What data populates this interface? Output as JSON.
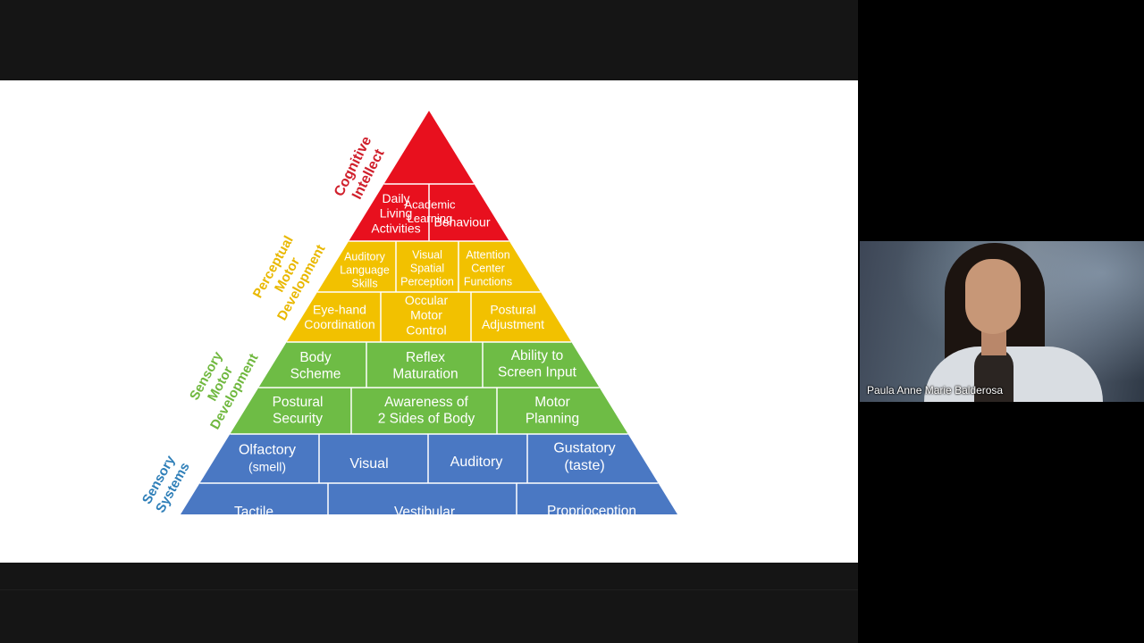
{
  "participant": {
    "name": "Paula Anne Marie Balderosa"
  },
  "colors": {
    "cognitive": "#e8101e",
    "perceptual": "#f2c100",
    "sensory_motor": "#6ebc45",
    "sensory_systems": "#4a78c3",
    "label_cognitive": "#d0202c",
    "label_perceptual": "#e9b800",
    "label_sensory_motor": "#70b83f",
    "label_sensory_systems": "#2f7fb8"
  },
  "pyramid": {
    "side_labels": {
      "cognitive": [
        "Cognitive",
        "Intellect"
      ],
      "perceptual": [
        "Perceptual",
        "Motor",
        "Development"
      ],
      "sensory_motor": [
        "Sensory",
        "Motor",
        "Development"
      ],
      "sensory_systems": [
        "Sensory",
        "Systems"
      ]
    },
    "cells": {
      "academic": [
        "Academic",
        "Learning"
      ],
      "daily": [
        "Daily",
        "Living",
        "Activities"
      ],
      "behaviour": [
        "Behaviour"
      ],
      "auditory_lang": [
        "Auditory",
        "Language",
        "Skills"
      ],
      "visual_spatial": [
        "Visual",
        "Spatial",
        "Perception"
      ],
      "attention": [
        "Attention",
        "Center",
        "Functions"
      ],
      "eye_hand": [
        "Eye-hand",
        "Coordination"
      ],
      "occular": [
        "Occular",
        "Motor",
        "Control"
      ],
      "postural_adj": [
        "Postural",
        "Adjustment"
      ],
      "body_scheme": [
        "Body",
        "Scheme"
      ],
      "reflex": [
        "Reflex",
        "Maturation"
      ],
      "screen_input": [
        "Ability to",
        "Screen Input"
      ],
      "postural_sec": [
        "Postural",
        "Security"
      ],
      "awareness": [
        "Awareness  of",
        "2 Sides of Body"
      ],
      "motor_planning": [
        "Motor",
        "Planning"
      ],
      "olfactory": [
        "Olfactory",
        "(smell)"
      ],
      "visual": [
        "Visual"
      ],
      "auditory": [
        "Auditory"
      ],
      "gustatory": [
        "Gustatory",
        "(taste)"
      ],
      "tactile": [
        "Tactile"
      ],
      "vestibular": [
        "Vestibular"
      ],
      "proprioception": [
        "Proprioception"
      ]
    }
  }
}
